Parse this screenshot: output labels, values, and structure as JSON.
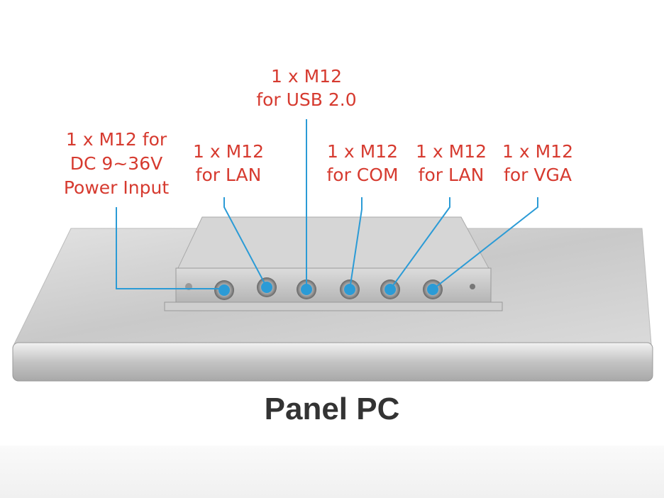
{
  "title": "Panel PC",
  "colors": {
    "label": "#d63a2f",
    "callout": "#2b9bd6",
    "title": "#333333"
  },
  "callouts": [
    {
      "lines": [
        "1 x M12 for",
        "DC 9~36V",
        "Power Input"
      ]
    },
    {
      "lines": [
        "1 x M12",
        "for LAN"
      ]
    },
    {
      "lines": [
        "1 x M12",
        "for USB 2.0"
      ]
    },
    {
      "lines": [
        "1 x M12",
        "for COM"
      ]
    },
    {
      "lines": [
        "1 x M12",
        "for LAN"
      ]
    },
    {
      "lines": [
        "1 x M12",
        "for VGA"
      ]
    }
  ]
}
